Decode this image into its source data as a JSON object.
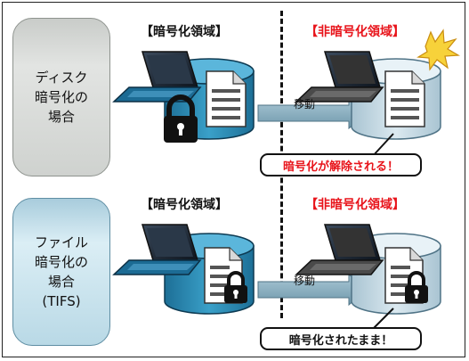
{
  "rows": [
    {
      "side_label": "ディスク\n暗号化の\n場合",
      "encrypted_region": "【暗号化領域】",
      "unencrypted_region": "【非暗号化領域】",
      "move_label": "移動",
      "callout": "暗号化が解除される！"
    },
    {
      "side_label": "ファイル\n暗号化の\n場合\n(TIFS)",
      "encrypted_region": "【暗号化領域】",
      "unencrypted_region": "【非暗号化領域】",
      "move_label": "移動",
      "callout": "暗号化されたまま！"
    }
  ],
  "colors": {
    "disk_blue": "#2a8ab4",
    "disk_gray": "#cfe0ea",
    "warning_red": "#e8141b",
    "flash_yellow": "#f7d23a"
  },
  "icons": [
    "laptop-icon",
    "disk-icon",
    "document-icon",
    "padlock-icon",
    "arrow-icon",
    "flash-icon"
  ]
}
